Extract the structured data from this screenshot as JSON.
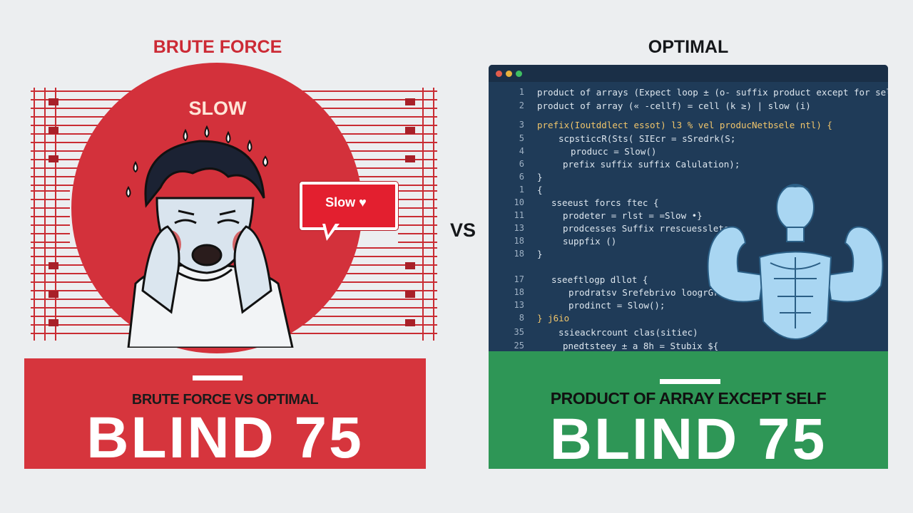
{
  "left_panel": {
    "heading": "BRUTE FORCE",
    "circle_text": "SLOW",
    "bubble_text": "Slow",
    "subtitle": "BRUTE FORCE VS  OPTIMAL",
    "title": "BLIND 75",
    "accent_color": "#d3313b"
  },
  "divider_text": "VS",
  "right_panel": {
    "heading": "OPTIMAL",
    "subtitle": "PRODUCT OF ARRAY EXCEPT SELF",
    "title": "BLIND 75",
    "accent_color": "#2e9656",
    "code_lines": [
      {
        "num": "1",
        "text": "product of arrays (Expect loop ± (o- suffix product except for self"
      },
      {
        "num": "2",
        "text": "product of array (« -cellf) = cell (k ≥) | slow (i)"
      },
      {
        "num": "3",
        "text": "prefix(Ioutddlect essot) l3 % vel producNetbsele ntl) {"
      },
      {
        "num": "5",
        "text": "scpsticcR(Sts( SIEcr = sSredrk(S;"
      },
      {
        "num": "4",
        "text": "producc = Slow()"
      },
      {
        "num": "6",
        "text": "prefix suffix suffix Calulation);"
      },
      {
        "num": "6",
        "text": "}"
      },
      {
        "num": "1",
        "text": "{"
      },
      {
        "num": "10",
        "text": "sseeust forcs ftec {"
      },
      {
        "num": "11",
        "text": "prodeter = rlst = =Slow •}"
      },
      {
        "num": "13",
        "text": "prodcesses Suffix rrescuesslets"
      },
      {
        "num": "18",
        "text": "suppfix ()"
      },
      {
        "num": "18",
        "text": "}"
      },
      {
        "num": "17",
        "text": "sseeftlogp dllot {"
      },
      {
        "num": "18",
        "text": "prodratsv Srefebrivo loogrGraoor"
      },
      {
        "num": "13",
        "text": "prodinct = Slow();"
      },
      {
        "num": "8",
        "text": "} j6io"
      },
      {
        "num": "35",
        "text": "ssieackrcount clas(sitiec)"
      },
      {
        "num": "25",
        "text": "pnedtsteey ± a 8h = Stubix ${"
      }
    ]
  }
}
